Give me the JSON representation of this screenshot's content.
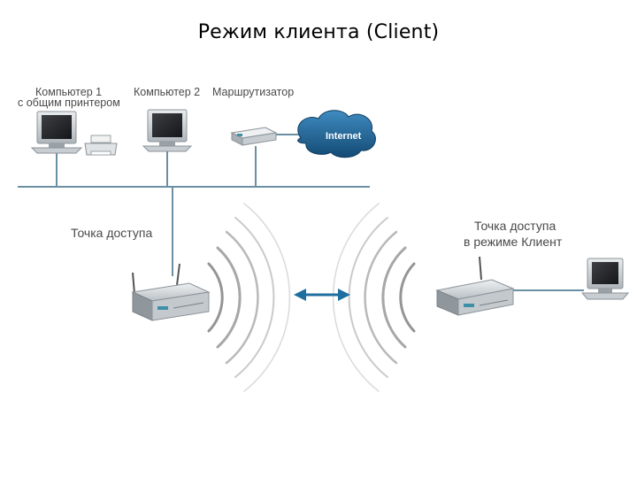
{
  "slide": {
    "title": "Режим клиента (Client)"
  },
  "diagram": {
    "computer1_line1": "Компьютер 1",
    "computer1_line2": "с общим принтером",
    "computer2": "Компьютер 2",
    "router": "Маршрутизатор",
    "internet": "Internet",
    "ap_left": "Точка доступа",
    "ap_right_line1": "Точка доступа",
    "ap_right_line2": "в режиме Клиент"
  },
  "colors": {
    "line": "#6b8fa3",
    "cloud": "#1e5f8c",
    "arrow": "#1e6ea0",
    "wave": "#8a8a8a",
    "device": "#d9dde0"
  }
}
